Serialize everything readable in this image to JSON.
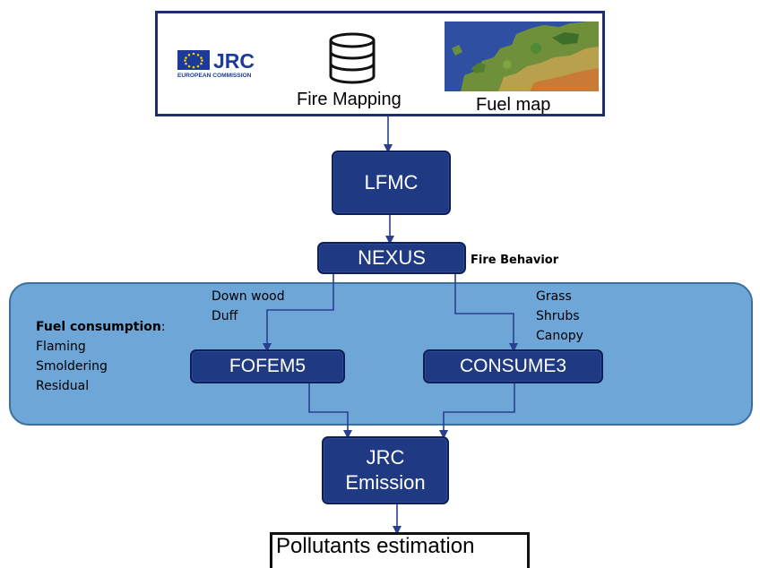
{
  "top": {
    "logo": {
      "wordmark": "JRC",
      "subtitle": "EUROPEAN COMMISSION"
    },
    "fire_mapping_label": "Fire Mapping",
    "fuel_map_label": "Fuel map"
  },
  "nodes": {
    "lfmc": "LFMC",
    "nexus": "NEXUS",
    "fofem": "FOFEM5",
    "consume": "CONSUME3",
    "emission_line1": "JRC",
    "emission_line2": "Emission",
    "pollutants": "Pollutants estimation"
  },
  "annotations": {
    "fire_behavior": "Fire Behavior",
    "fuel_consumption_title": "Fuel consumption",
    "fuel_consumption_colon": ":",
    "fuel_consumption_items": [
      "Flaming",
      "Smoldering",
      "Residual"
    ],
    "fofem_inputs": [
      "Down wood",
      "Duff"
    ],
    "consume_inputs": [
      "Grass",
      "Shrubs",
      "Canopy"
    ]
  },
  "colors": {
    "node_fill": "#1f3a82",
    "panel_fill": "#6ea6d8",
    "arrow": "#2a3f8f"
  },
  "icons": {
    "database": "database-icon",
    "map": "europe-fuel-map-image",
    "logo": "eu-flag-logo"
  }
}
